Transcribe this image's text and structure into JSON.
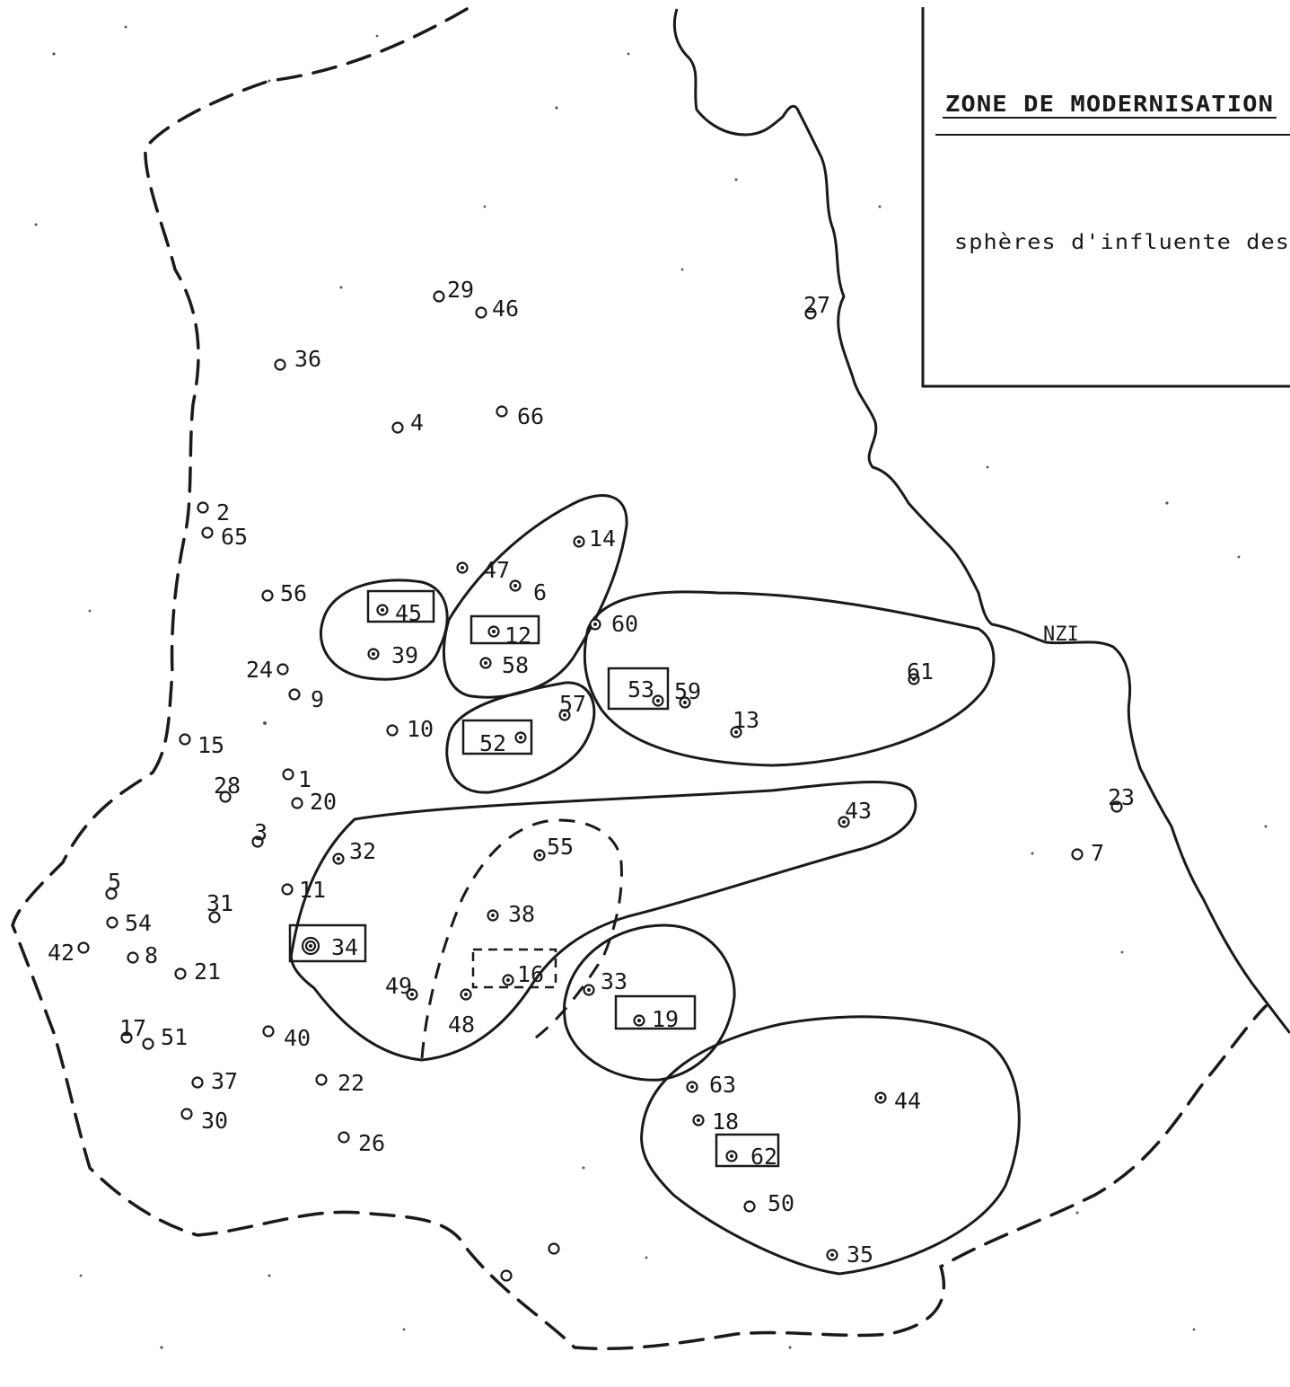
{
  "legend": {
    "title": "ZONE DE MODERNISATION",
    "subtitle": "sphères d'influente des"
  },
  "river_label": "NZI",
  "places": [
    {
      "label": "29"
    },
    {
      "label": "46"
    },
    {
      "label": "27"
    },
    {
      "label": "36"
    },
    {
      "label": "4"
    },
    {
      "label": "66"
    },
    {
      "label": "2"
    },
    {
      "label": "65"
    },
    {
      "label": "14"
    },
    {
      "label": "47"
    },
    {
      "label": "6"
    },
    {
      "label": "56"
    },
    {
      "label": "45"
    },
    {
      "label": "12"
    },
    {
      "label": "60"
    },
    {
      "label": "39"
    },
    {
      "label": "58"
    },
    {
      "label": "24"
    },
    {
      "label": "9"
    },
    {
      "label": "53"
    },
    {
      "label": "59"
    },
    {
      "label": "61"
    },
    {
      "label": "57"
    },
    {
      "label": "13"
    },
    {
      "label": "10"
    },
    {
      "label": "52"
    },
    {
      "label": "15"
    },
    {
      "label": "1"
    },
    {
      "label": "28"
    },
    {
      "label": "20"
    },
    {
      "label": "43"
    },
    {
      "label": "23"
    },
    {
      "label": "3"
    },
    {
      "label": "32"
    },
    {
      "label": "55"
    },
    {
      "label": "7"
    },
    {
      "label": "5"
    },
    {
      "label": "11"
    },
    {
      "label": "31"
    },
    {
      "label": "54"
    },
    {
      "label": "38"
    },
    {
      "label": "34"
    },
    {
      "label": "42"
    },
    {
      "label": "8"
    },
    {
      "label": "21"
    },
    {
      "label": "16"
    },
    {
      "label": "33"
    },
    {
      "label": "49"
    },
    {
      "label": "48"
    },
    {
      "label": "19"
    },
    {
      "label": "17"
    },
    {
      "label": "51"
    },
    {
      "label": "40"
    },
    {
      "label": "37"
    },
    {
      "label": "22"
    },
    {
      "label": "63"
    },
    {
      "label": "44"
    },
    {
      "label": "30"
    },
    {
      "label": "18"
    },
    {
      "label": "26"
    },
    {
      "label": "62"
    },
    {
      "label": "50"
    },
    {
      "label": "35"
    },
    {
      "label": ""
    },
    {
      "label": ""
    }
  ]
}
